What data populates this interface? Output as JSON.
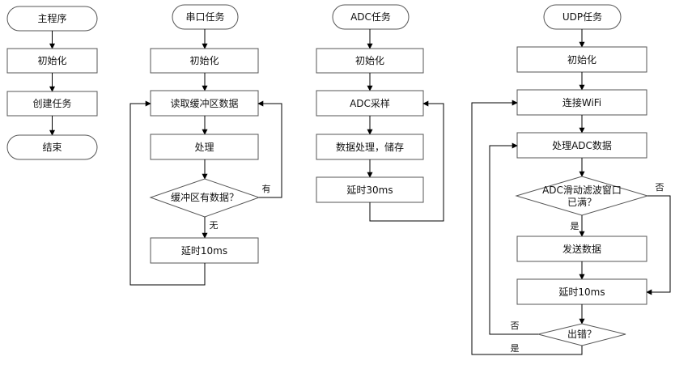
{
  "main": {
    "start": "主程序",
    "init": "初始化",
    "create": "创建任务",
    "end": "结束"
  },
  "serial": {
    "start": "串口任务",
    "init": "初始化",
    "read": "读取缓冲区数据",
    "process": "处理",
    "decision": "缓冲区有数据？",
    "yes": "有",
    "no": "无",
    "delay": "延时10ms"
  },
  "adc": {
    "start": "ADC任务",
    "init": "初始化",
    "sample": "ADC采样",
    "process": "数据处理，储存",
    "delay": "延时30ms"
  },
  "udp": {
    "start": "UDP任务",
    "init": "初始化",
    "connect": "连接WiFi",
    "process": "处理ADC数据",
    "decision_line1": "ADC滑动滤波窗口",
    "decision_line2": "已满？",
    "decision_no": "否",
    "decision_yes": "是",
    "send": "发送数据",
    "delay": "延时10ms",
    "error": "出错？",
    "error_no": "否",
    "error_yes": "是"
  }
}
